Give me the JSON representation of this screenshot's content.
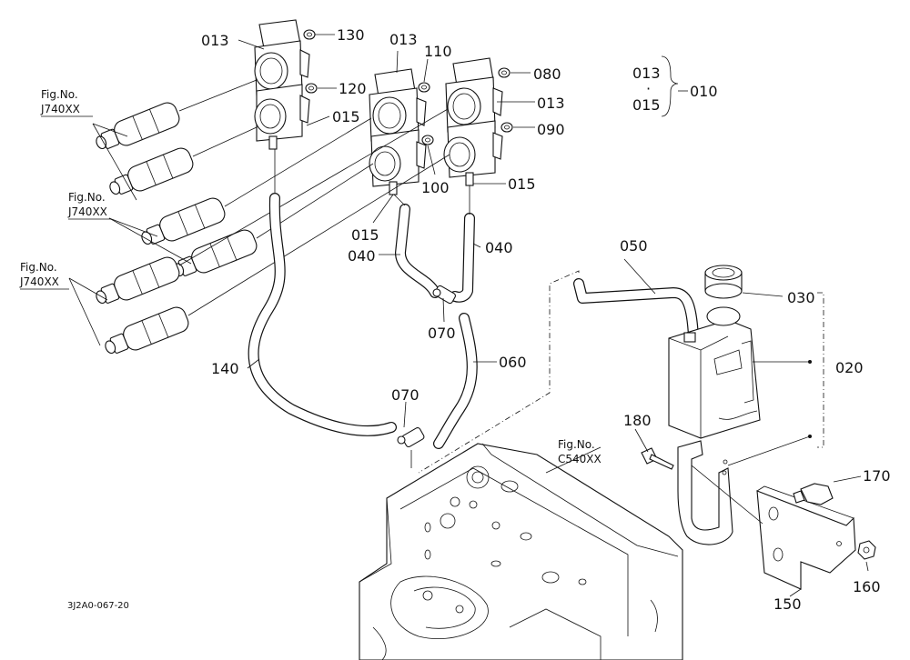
{
  "callouts": {
    "c013a": "013",
    "c013b": "013",
    "c013c": "013",
    "c013d": "013",
    "c015a": "015",
    "c015b": "015",
    "c015c": "015",
    "c015d": "015",
    "c130": "130",
    "c120": "120",
    "c110": "110",
    "c080": "080",
    "c090": "090",
    "c100": "100",
    "c010": "010",
    "c030": "030",
    "c020": "020",
    "c040a": "040",
    "c040b": "040",
    "c050": "050",
    "c060": "060",
    "c070a": "070",
    "c070b": "070",
    "c140": "140",
    "c180": "180",
    "c170": "170",
    "c160": "160",
    "c150": "150",
    "group_dot": "·"
  },
  "fig_refs": {
    "ref1_line1": "Fig.No.",
    "ref1_line2": "J740XX",
    "ref2_line1": "Fig.No.",
    "ref2_line2": "J740XX",
    "ref3_line1": "Fig.No.",
    "ref3_line2": "J740XX",
    "ref4_line1": "Fig.No.",
    "ref4_line2": "C540XX"
  },
  "drawing_code": "3J2A0-067-20"
}
